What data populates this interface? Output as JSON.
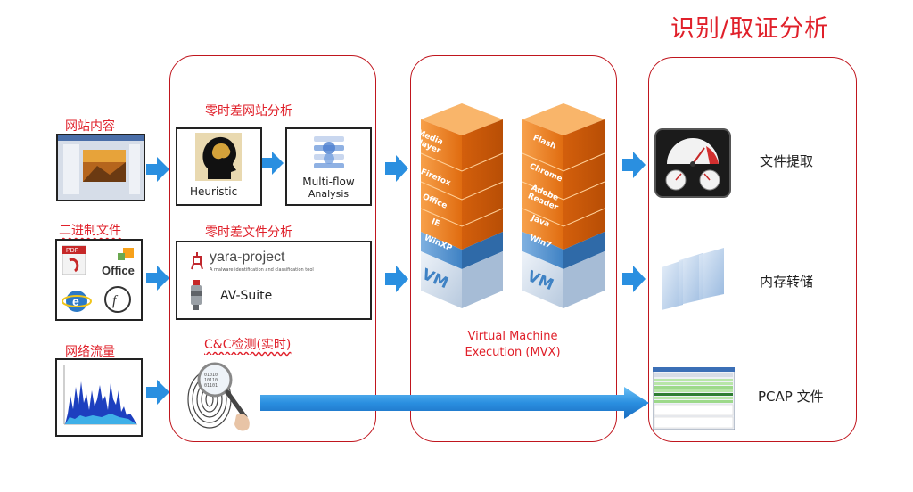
{
  "title": "识别/取证分析",
  "sources": {
    "web": "网站内容",
    "binary": "二进制文件",
    "network": "网络流量"
  },
  "office_logo_text": "Office",
  "zero_day_web": {
    "title": "零时差网站分析",
    "heuristic": "Heuristic",
    "multiflow_line1": "Multi-flow",
    "multiflow_line2": "Analysis"
  },
  "zero_day_file": {
    "title": "零时差文件分析",
    "yara": "yara-project",
    "yara_sub": "A malware identification and classification tool",
    "av": "AV-Suite"
  },
  "cnc": {
    "title": "C&C检测(实时)"
  },
  "vm": {
    "stack1": [
      "Media Player",
      "Firefox",
      "Office",
      "IE"
    ],
    "stack1_os": "WinXP",
    "stack2": [
      "Flash",
      "Chrome",
      "Adobe Reader",
      "Java"
    ],
    "stack2_os": "Win7",
    "vm_label": "VM",
    "caption_line1": "Virtual Machine",
    "caption_line2": "Execution (MVX)"
  },
  "outputs": {
    "file_extract": "文件提取",
    "memory_dump": "内存转储",
    "pcap": "PCAP 文件"
  },
  "colors": {
    "panel_border": "#c0161e",
    "label_red": "#e0202a",
    "arrow_blue": "#2a8fe0",
    "vm_orange": "#e8761a",
    "vm_blue": "#3f82c4"
  }
}
